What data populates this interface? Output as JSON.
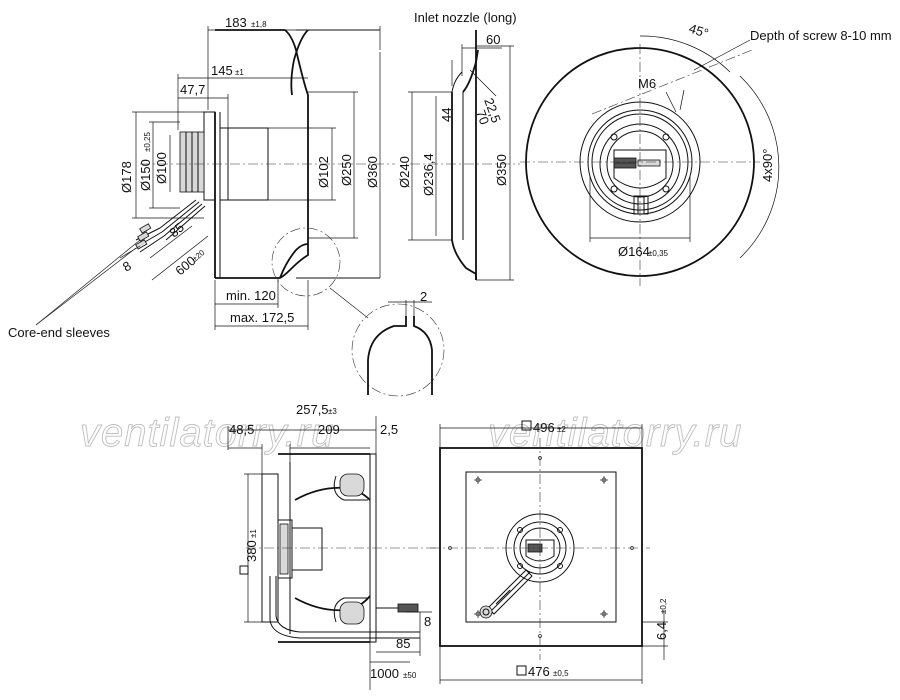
{
  "labels": {
    "inlet_nozzle": "Inlet nozzle (long)",
    "depth_of_screw": "Depth of screw 8-10 mm",
    "core_end_sleeves": "Core-end sleeves",
    "angle_45": "45°",
    "angle_4x90": "4x90°",
    "m6": "M6"
  },
  "dimensions": {
    "d183": "183",
    "d183_tol": "±1,8",
    "d145": "145",
    "d145_tol": "±1",
    "d47_7": "47,7",
    "d178": "Ø178",
    "d150": "Ø150",
    "d150_tol": "±0,25",
    "d100": "Ø100",
    "d102": "Ø102",
    "d250": "Ø250",
    "d360": "Ø360",
    "d8": "8",
    "d85": "85",
    "d600": "600",
    "d600_tol": "±20",
    "min120": "min. 120",
    "max172": "max. 172,5",
    "d60": "60",
    "d22_5": "22,5",
    "d70": "70",
    "d44": "44",
    "d240": "Ø240",
    "d236": "Ø236,4",
    "d350": "Ø350",
    "d164": "Ø164",
    "d164_tol": "±0,35",
    "d2": "2",
    "d257": "257,5",
    "d257_tol": "±3",
    "d48_5": "48,5",
    "d209": "209",
    "d2_5": "2,5",
    "d380": "380",
    "d380_tol": "±1",
    "d85b": "85",
    "d8b": "8",
    "d1000": "1000",
    "d1000_tol": "±50",
    "d496": "496",
    "d496_tol": "±2",
    "d476": "476",
    "d476_tol": "±0,5",
    "d6_4": "6,4",
    "d6_4_tol": "±0,2"
  },
  "watermark": "ventilatorry.ru"
}
